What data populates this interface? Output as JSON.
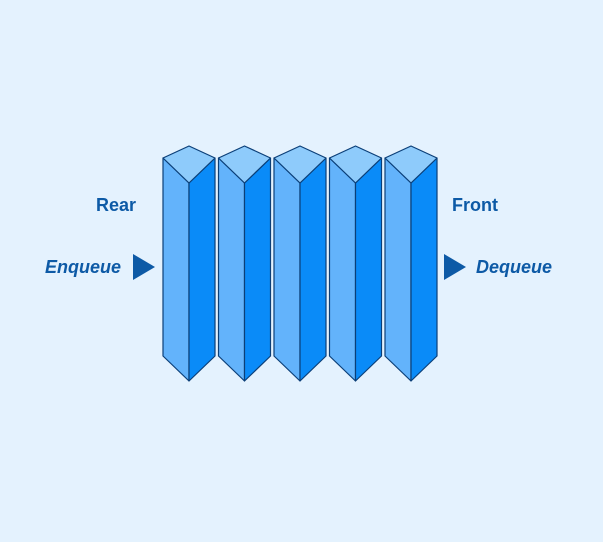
{
  "labels": {
    "rear": "Rear",
    "front": "Front",
    "enqueue": "Enqueue",
    "dequeue": "Dequeue"
  },
  "queue": {
    "element_count": 5
  },
  "colors": {
    "background": "#e4f2fe",
    "front_face": "#63b3fb",
    "side_face": "#0a8bf8",
    "top_face": "#8ecbfb",
    "outline": "#0b3f78",
    "text": "#0d5aa6",
    "arrow": "#0d5aa6"
  }
}
